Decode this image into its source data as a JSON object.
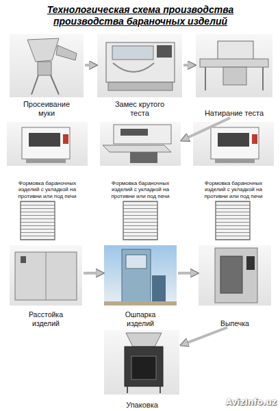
{
  "diagram": {
    "title": "Технологическая схема производства производства бараночных изделий",
    "nodes": [
      {
        "text": [
          "Просеивание муки"
        ]
      },
      {
        "text": [
          "Замес крутого теста"
        ]
      },
      {
        "text": [
          "Натирание теста"
        ]
      },
      {
        "text": [
          "Формовка бараночных изделий с укладкой на противни или под печи"
        ]
      },
      {
        "text": [
          "Формовка бараночных изделий с укладкой на противни или под печи"
        ]
      },
      {
        "text": [
          "Формовка бараночных изделий с укладкой на противни или под печи"
        ]
      },
      {
        "text": [
          "Расстойка изделий"
        ]
      },
      {
        "text": [
          "Ошпарка изделий"
        ]
      },
      {
        "text": [
          "Выпечка"
        ]
      },
      {
        "text": [
          "Упаковка"
        ]
      }
    ],
    "edges": [
      {
        "from": 0,
        "to": 1,
        "arrow": "to"
      },
      {
        "from": 1,
        "to": 2,
        "arrow": "to"
      },
      {
        "from": 2,
        "to": 4,
        "arrow": "to"
      },
      {
        "from": 6,
        "to": 7,
        "arrow": "to"
      },
      {
        "from": 7,
        "to": 8,
        "arrow": "to"
      },
      {
        "from": 8,
        "to": 9,
        "arrow": "to"
      }
    ],
    "labels": [
      "AvizInfo.uz"
    ]
  }
}
